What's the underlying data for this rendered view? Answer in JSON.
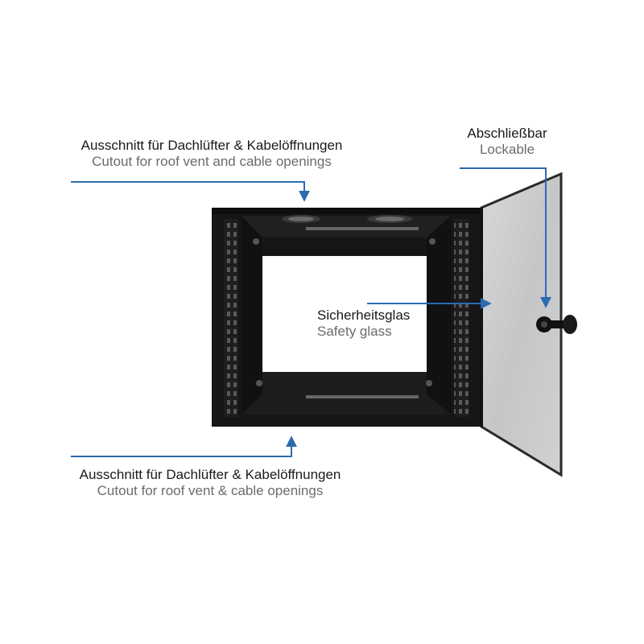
{
  "colors": {
    "accent": "#2b6cb0",
    "cabinet": "#151515",
    "glass": "#c9cbcd",
    "text_primary": "#1a1a1a",
    "text_secondary": "#6b6b6b"
  },
  "labels": {
    "top_left": {
      "de": "Ausschnitt für Dachlüfter & Kabelöffnungen",
      "en": "Cutout for roof vent and cable openings"
    },
    "bottom_left": {
      "de": "Ausschnitt für Dachlüfter & Kabelöffnungen",
      "en": "Cutout for roof vent & cable openings"
    },
    "top_right": {
      "de": "Abschließbar",
      "en": "Lockable"
    },
    "center": {
      "de": "Sicherheitsglas",
      "en": "Safety glass"
    }
  },
  "icons": {
    "lock": "key-lock-icon",
    "fan": "roof-vent-fan-icon"
  }
}
